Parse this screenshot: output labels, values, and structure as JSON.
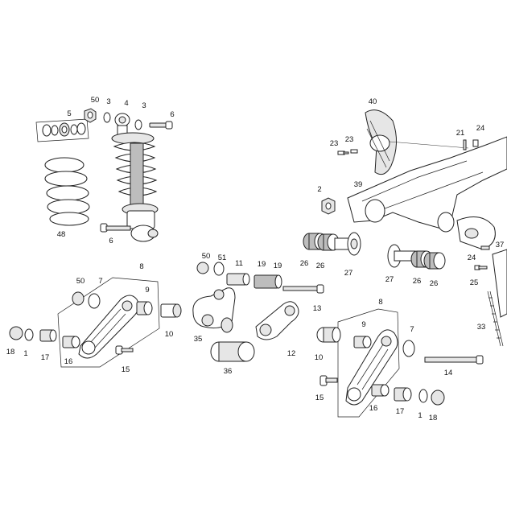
{
  "labels": {
    "p1a": "1",
    "p1b": "1",
    "p2": "2",
    "p3a": "3",
    "p3b": "3",
    "p4": "4",
    "p5": "5",
    "p6a": "6",
    "p6b": "6",
    "p7a": "7",
    "p7b": "7",
    "p8a": "8",
    "p8b": "8",
    "p9a": "9",
    "p9b": "9",
    "p10a": "10",
    "p10b": "10",
    "p11": "11",
    "p12": "12",
    "p13": "13",
    "p14": "14",
    "p15a": "15",
    "p15b": "15",
    "p16a": "16",
    "p16b": "16",
    "p17a": "17",
    "p17b": "17",
    "p18a": "18",
    "p18b": "18",
    "p19a": "19",
    "p19b": "19",
    "p21": "21",
    "p23a": "23",
    "p23b": "23",
    "p24a": "24",
    "p24b": "24",
    "p25": "25",
    "p26a": "26",
    "p26b": "26",
    "p26c": "26",
    "p26d": "26",
    "p27a": "27",
    "p27b": "27",
    "p33": "33",
    "p35": "35",
    "p36": "36",
    "p37": "37",
    "p39": "39",
    "p40": "40",
    "p48": "48",
    "p50a": "50",
    "p50b": "50",
    "p50c": "50",
    "p51": "51"
  }
}
